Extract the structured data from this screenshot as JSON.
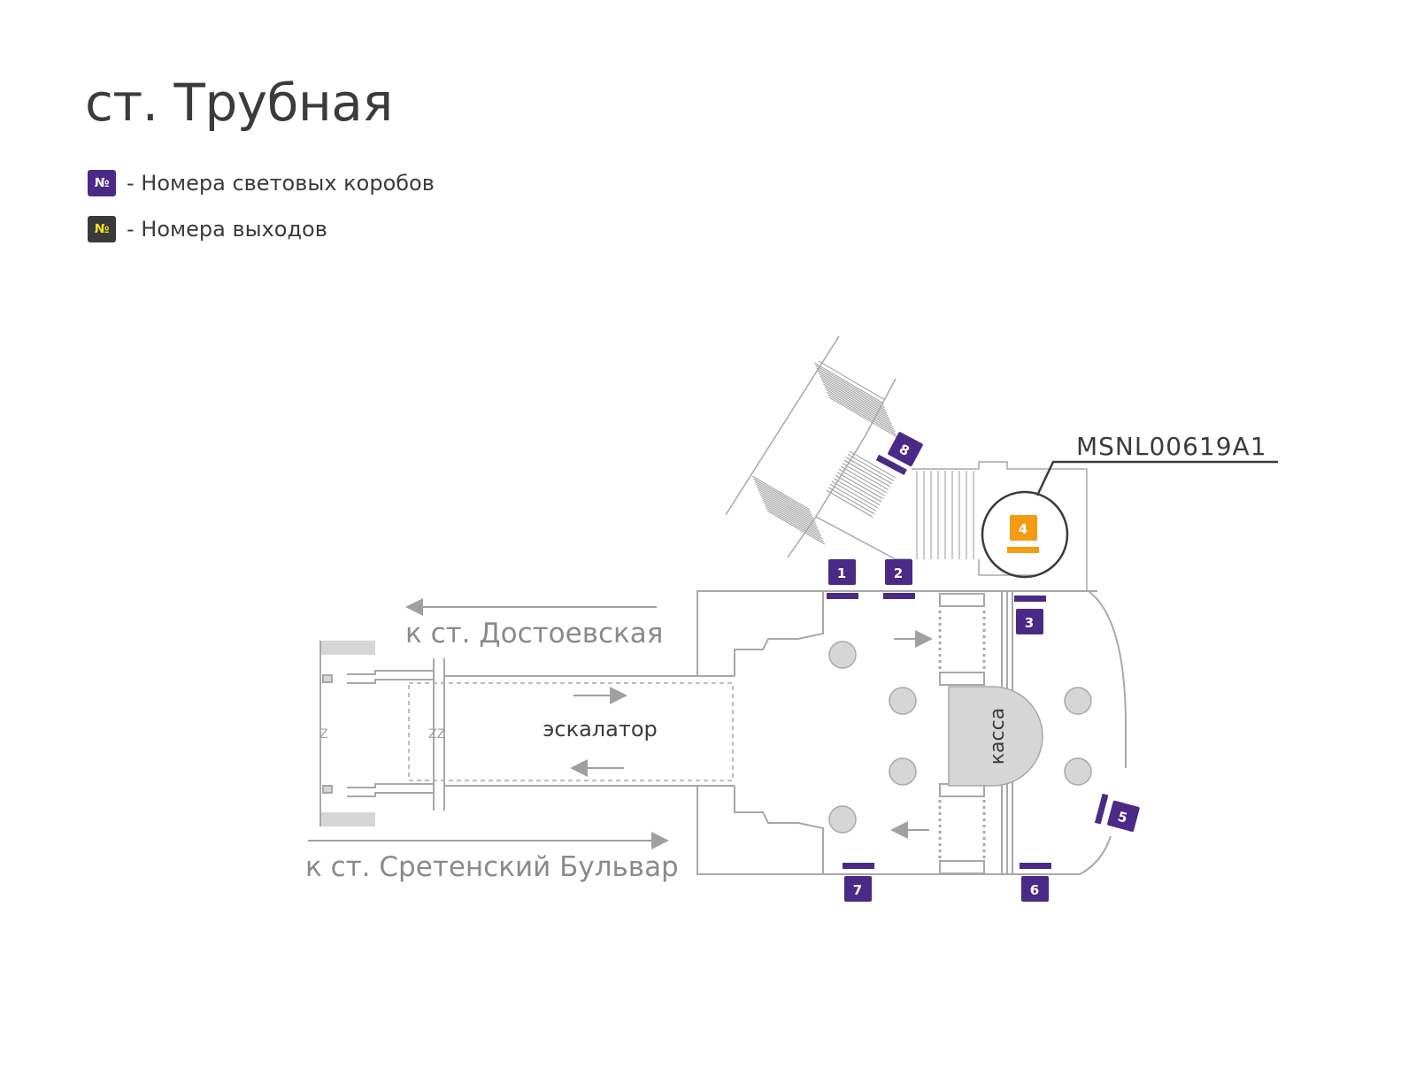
{
  "title": "ст. Трубная",
  "legend": {
    "lightbox": {
      "symbol": "№",
      "label": "- Номера световых коробов",
      "badge_color": "#4a2a86",
      "text_color": "#ffffff"
    },
    "exit": {
      "symbol": "№",
      "label": "- Номера выходов",
      "badge_color": "#3a3a3a",
      "text_color": "#f0e020"
    }
  },
  "map": {
    "highlight_code": "MSNL00619A1",
    "directions": {
      "dostoevskaya": "к ст. Достоевская",
      "sretensky": "к ст. Сретенский Бульвар",
      "escalator": "эскалатор",
      "cashier": "касса"
    },
    "lightboxes": [
      "1",
      "2",
      "3",
      "5",
      "6",
      "7",
      "8"
    ],
    "highlighted_lightbox": "4",
    "colors": {
      "lightbox": "#4a2a86",
      "highlight": "#f39c12",
      "walls": "#a8a8a8",
      "columns": "#d6d6d6",
      "text_grey": "#8a8a8a",
      "text_dark": "#3b3b3b"
    }
  }
}
